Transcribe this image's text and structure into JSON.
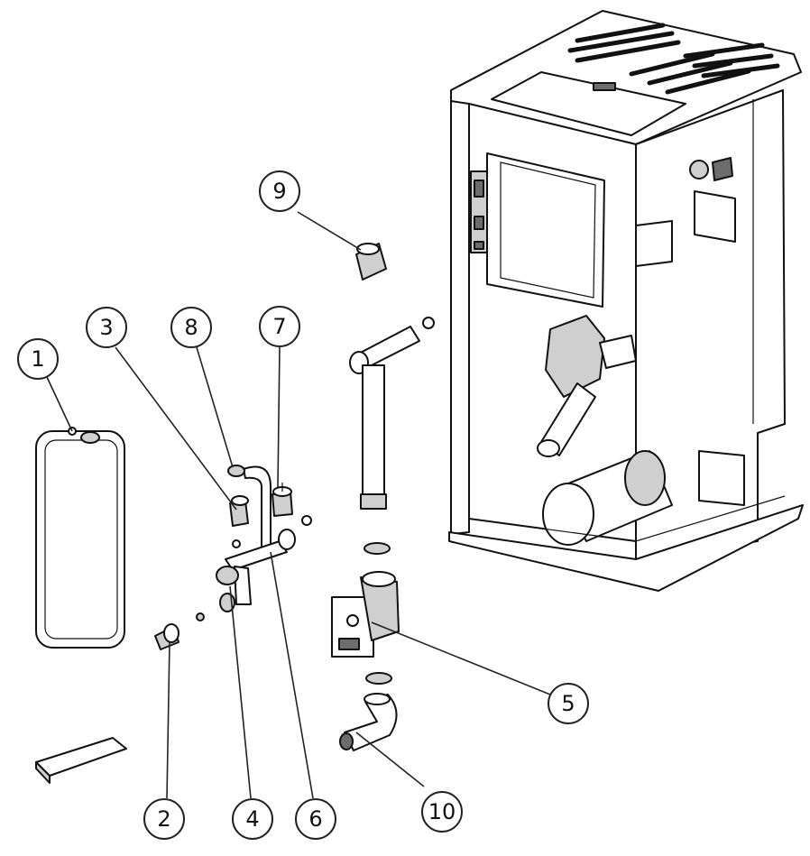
{
  "callouts": [
    {
      "id": "1",
      "label": "1"
    },
    {
      "id": "2",
      "label": "2"
    },
    {
      "id": "3",
      "label": "3"
    },
    {
      "id": "4",
      "label": "4"
    },
    {
      "id": "5",
      "label": "5"
    },
    {
      "id": "6",
      "label": "6"
    },
    {
      "id": "7",
      "label": "7"
    },
    {
      "id": "8",
      "label": "8"
    },
    {
      "id": "9",
      "label": "9"
    },
    {
      "id": "10",
      "label": "10"
    }
  ],
  "colors": {
    "line": "#111111",
    "shade": "#cfcfcf",
    "dark": "#6d6d6d",
    "background": "#ffffff"
  }
}
